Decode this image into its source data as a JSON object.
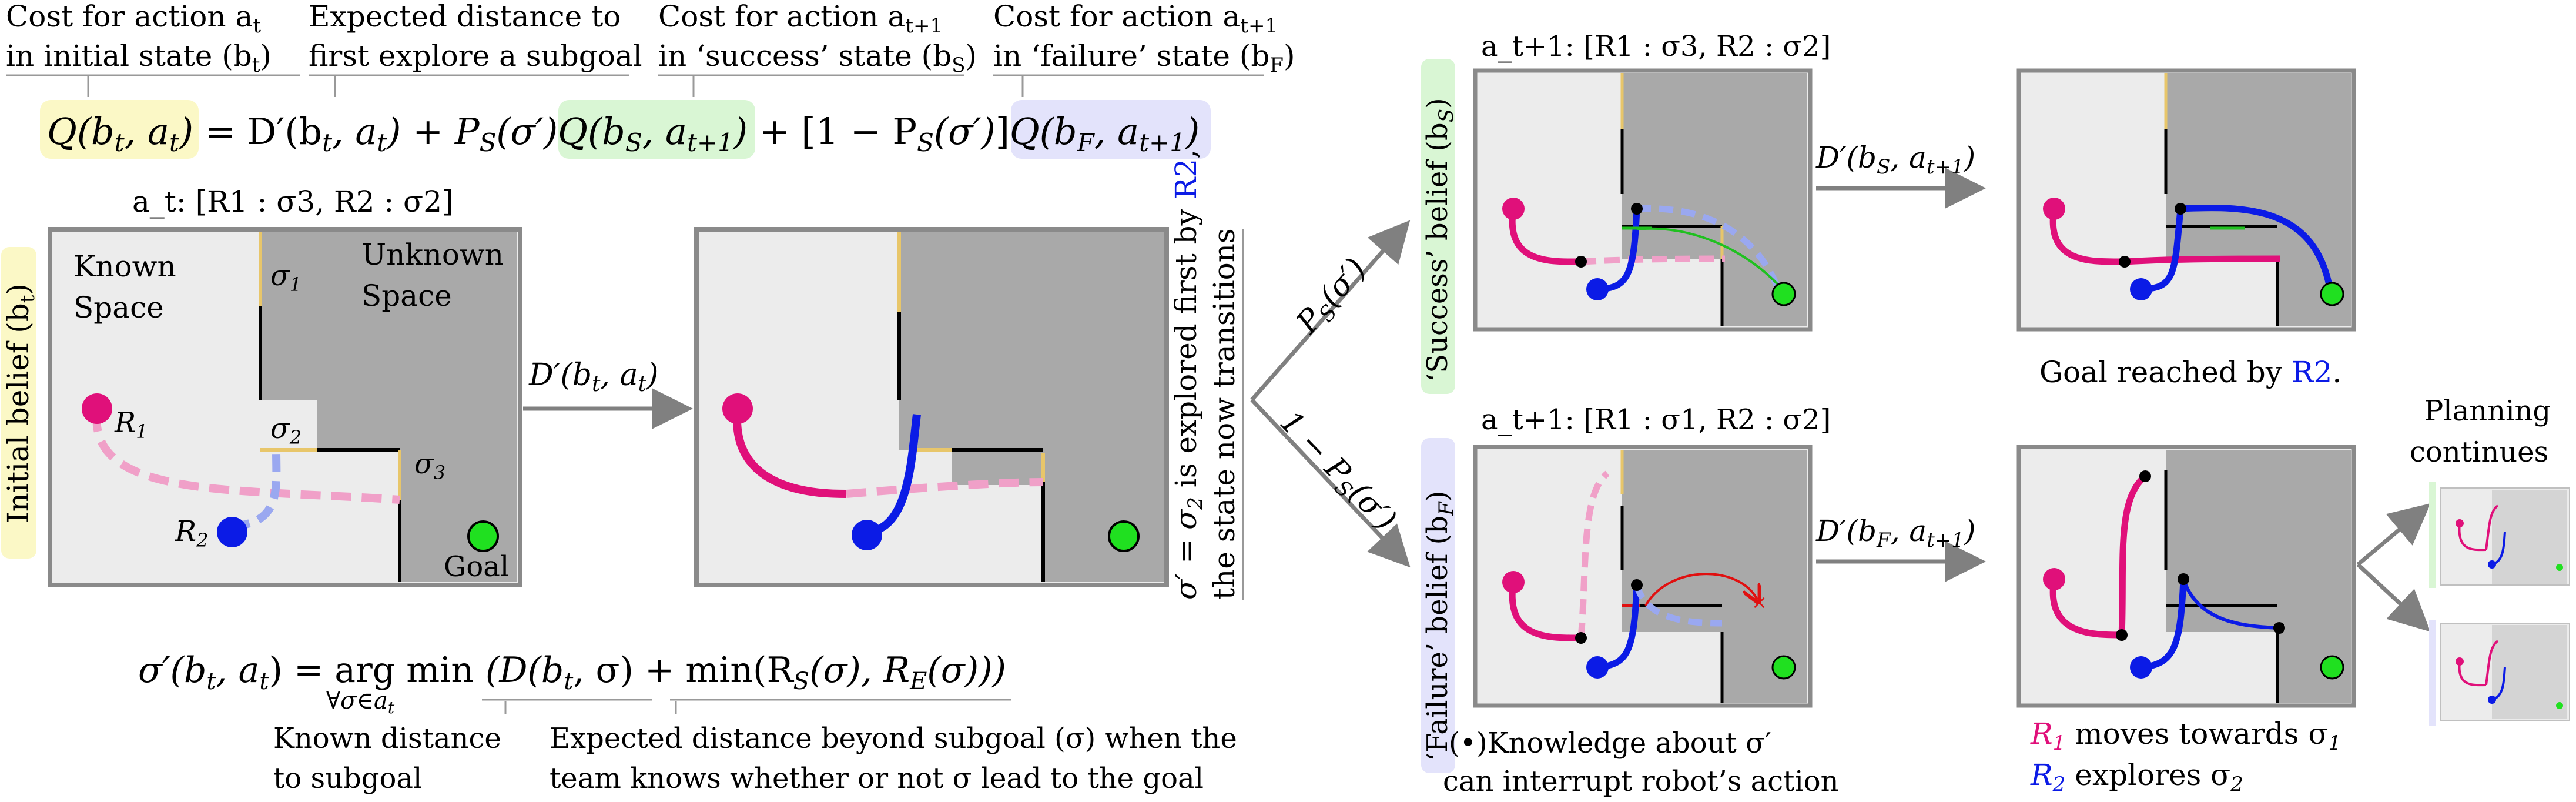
{
  "top_annotations": {
    "cost_at": [
      "Cost for action a",
      "in initial state (b",
      ")"
    ],
    "cost_at_sub": [
      "t",
      "t"
    ],
    "expected": [
      "Expected distance to",
      "first explore a subgoal"
    ],
    "cost_success": [
      "Cost for action a",
      "in ‘success’ state (b",
      ")"
    ],
    "cost_failure": [
      "Cost for action a",
      "in ‘failure’ state (b",
      ")"
    ],
    "sub_t1": "t+1",
    "sub_S": "S",
    "sub_F": "F"
  },
  "equation_main": {
    "Q_lhs": "Q(b",
    "t": "t",
    "comma_a": ", a",
    "close": ")",
    "eq": " = D′(b",
    "plus_ps": ") + P",
    "sigma": "(σ′)",
    "q_success": "Q(b",
    "s": "S",
    "a_t1": ", a",
    "t1": "t+1",
    "plus_bracket": " + [1 − P",
    "q_failure": "Q(b",
    "f": "F"
  },
  "initial_state": {
    "action_label": "a",
    "action_sub": "t",
    "action_assign": ": [R",
    "assignment_text": "a_t: [R1 : σ3, R2 : σ2]",
    "side_label": "Initial belief (b",
    "side_sub": "t",
    "known": [
      "Known",
      "Space"
    ],
    "unknown": [
      "Unknown",
      "Space"
    ],
    "sigma1": "σ",
    "s1": "1",
    "s2": "2",
    "s3": "3",
    "r1": "R",
    "r2": "R",
    "goal": "Goal"
  },
  "transition": {
    "d_label": "D′(b",
    "d_sub": "t",
    "d_rest": ", a",
    "vertical_text_1": "σ′ = σ",
    "vertical_text_2": " is explored first by ",
    "vertical_r2": "R2",
    "vertical_text_3": ",",
    "vertical_text_4": "the state now transitions"
  },
  "branches": {
    "ps_label": "P",
    "ps_sub": "S",
    "ps_sigma": "(σ′)",
    "fail_label": "1 − P",
    "success_assignment": "a_t+1: [R1 : σ3, R2 : σ2]",
    "failure_assignment": "a_t+1: [R1 : σ1, R2 : σ2]",
    "success_side": "‘Success’ belief (b",
    "failure_side": "‘Failure’ belief (b",
    "success_d": "D′(b",
    "failure_d": "D′(b",
    "goal_reached": "Goal reached by ",
    "goal_reached_r2": "R2",
    "goal_reached_end": ".",
    "knowledge": [
      "(•)Knowledge about σ′",
      "can interrupt robot’s action"
    ],
    "r1_moves": " moves towards σ",
    "r2_explores": " explores σ",
    "planning": [
      "Planning",
      "continues"
    ]
  },
  "equation_sigma": {
    "lhs": "σ′(b",
    "t": "t",
    "rest": ", a",
    "eq": ") = arg min",
    "under": "∀σ∈a",
    "body": "(D(b",
    "body2": ", σ) + min(R",
    "body3": "(σ), R",
    "body4": "(σ)))",
    "note_known": [
      "Known distance",
      "to subgoal"
    ],
    "note_expected": [
      "Expected distance beyond subgoal (σ) when the",
      "team knows whether or not σ lead to the goal"
    ]
  },
  "colors": {
    "robot1": "#e0107a",
    "robot1_light": "#f0a0c8",
    "robot2": "#0b1be6",
    "robot2_light": "#9aa8f0",
    "goal": "#20e020",
    "known": "#ececec",
    "unknown": "#a9a9a9",
    "frontier": "#e8c66a",
    "hl_yellow": "#fbf8c6",
    "hl_green": "#d9f6d4",
    "hl_blue": "#e3e3fb",
    "arrow": "#808080"
  }
}
